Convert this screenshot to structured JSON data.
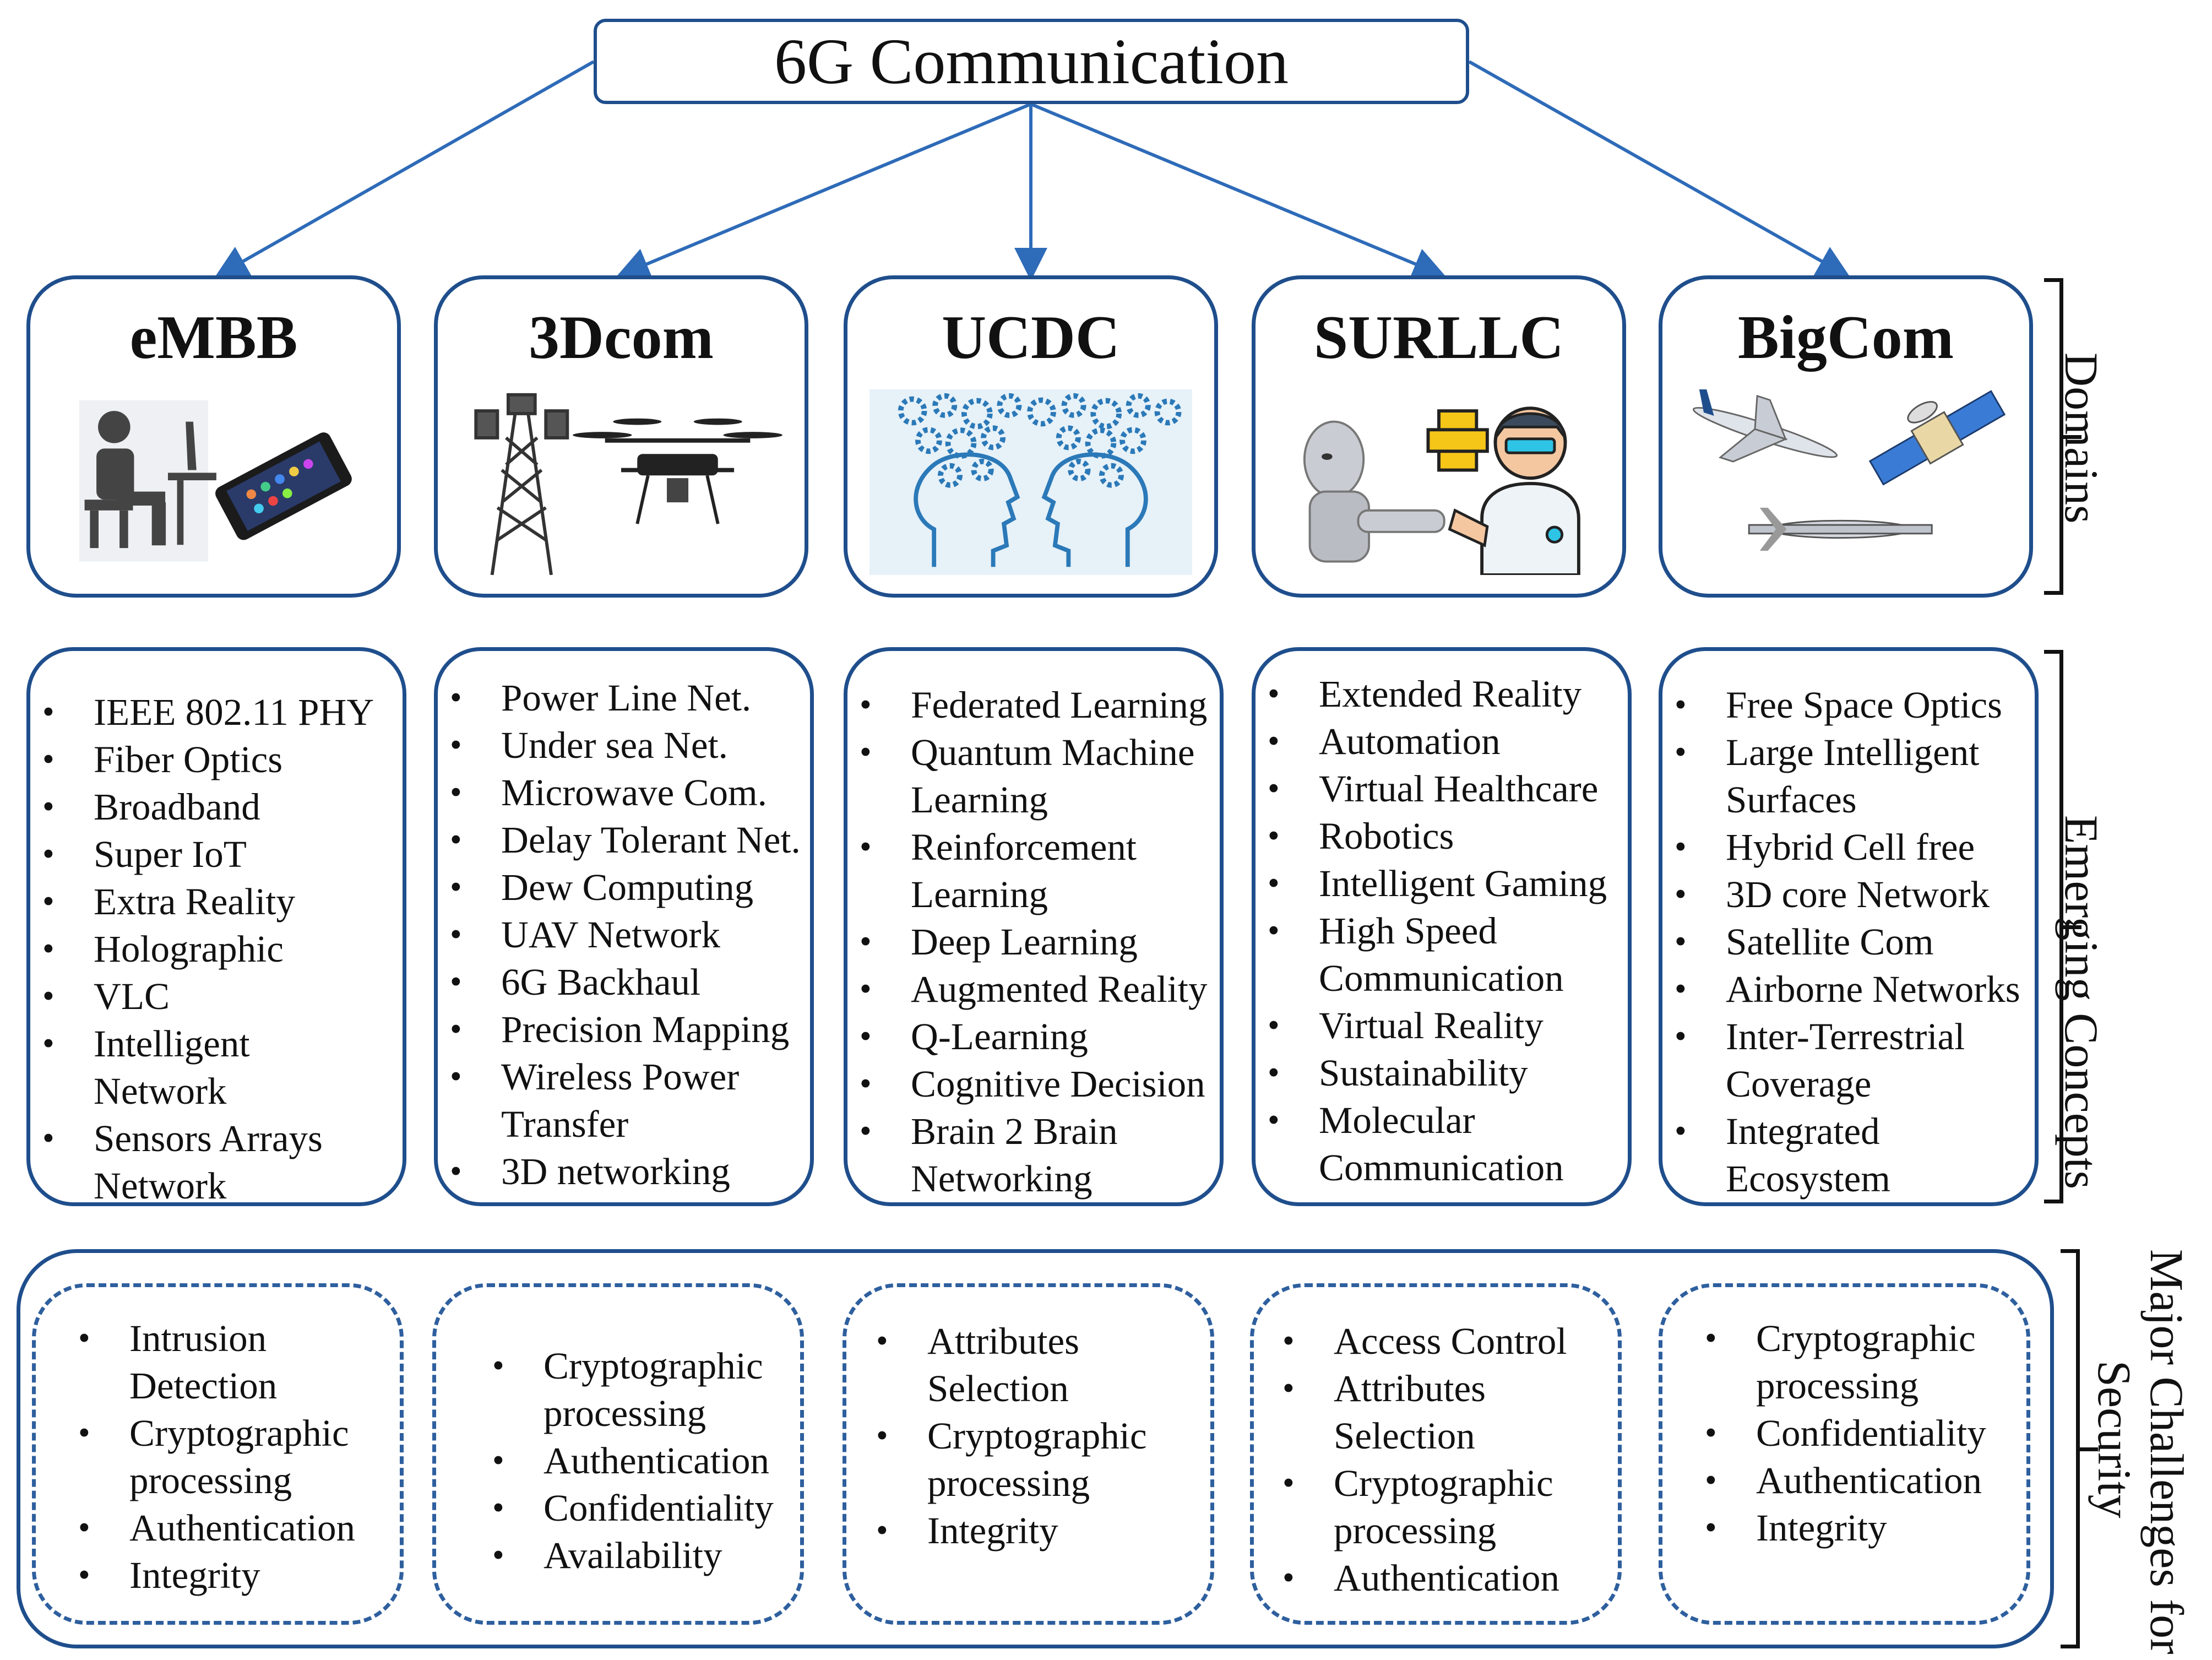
{
  "root": {
    "label": "6G Communication"
  },
  "domains": [
    {
      "title": "eMBB",
      "icons": [
        "person-at-computer-icon",
        "smartphone-icon"
      ]
    },
    {
      "title": "3Dcom",
      "icons": [
        "cell-tower-icon",
        "drone-icon"
      ]
    },
    {
      "title": "UCDC",
      "icons": [
        "brain-gears-icon"
      ]
    },
    {
      "title": "SURLLC",
      "icons": [
        "robot-icon",
        "doctor-icon"
      ]
    },
    {
      "title": "BigCom",
      "icons": [
        "airplane-icon",
        "satellite-icon",
        "uav-icon"
      ]
    }
  ],
  "concepts": [
    [
      "IEEE 802.11 PHY",
      "Fiber Optics",
      "Broadband",
      "Super IoT",
      "Extra Reality",
      "Holographic",
      "VLC",
      "Intelligent\nNetwork",
      "Sensors Arrays\nNetwork"
    ],
    [
      "Power Line Net.",
      "Under sea Net.",
      "Microwave Com.",
      "Delay Tolerant Net.",
      "Dew Computing",
      "UAV Network",
      "6G Backhaul",
      "Precision Mapping",
      "Wireless Power\nTransfer",
      "3D networking"
    ],
    [
      "Federated Learning",
      "Quantum Machine\nLearning",
      "Reinforcement\nLearning",
      "Deep Learning",
      "Augmented Reality",
      "Q-Learning",
      "Cognitive Decision",
      "Brain 2 Brain\nNetworking"
    ],
    [
      "Extended Reality",
      "Automation",
      "Virtual Healthcare",
      "Robotics",
      "Intelligent Gaming",
      "High Speed\nCommunication",
      "Virtual Reality",
      "Sustainability",
      "Molecular\nCommunication"
    ],
    [
      "Free Space Optics",
      "Large Intelligent\nSurfaces",
      "Hybrid Cell free",
      "3D core Network",
      "Satellite Com",
      "Airborne Networks",
      "Inter-Terrestrial\nCoverage",
      "Integrated\nEcosystem"
    ]
  ],
  "security": [
    [
      "Intrusion\nDetection",
      "Cryptographic\nprocessing",
      "Authentication",
      "Integrity"
    ],
    [
      "Cryptographic\nprocessing",
      "Authentication",
      "Confidentiality",
      "Availability"
    ],
    [
      "Attributes\nSelection",
      "Cryptographic\nprocessing",
      "Integrity"
    ],
    [
      "Access Control",
      "Attributes\nSelection",
      "Cryptographic\nprocessing",
      "Authentication"
    ],
    [
      "Cryptographic\nprocessing",
      "Confidentiality",
      "Authentication",
      "Integrity"
    ]
  ],
  "side_labels": {
    "domains": "Domains",
    "concepts": "Emerging Concepts",
    "security_line1": "Major Challenges for",
    "security_line2": "Security"
  },
  "colors": {
    "border": "#1f4e8c",
    "arrow": "#2e6bb8",
    "dashed": "#2e5f9e",
    "bracket": "#111111"
  }
}
